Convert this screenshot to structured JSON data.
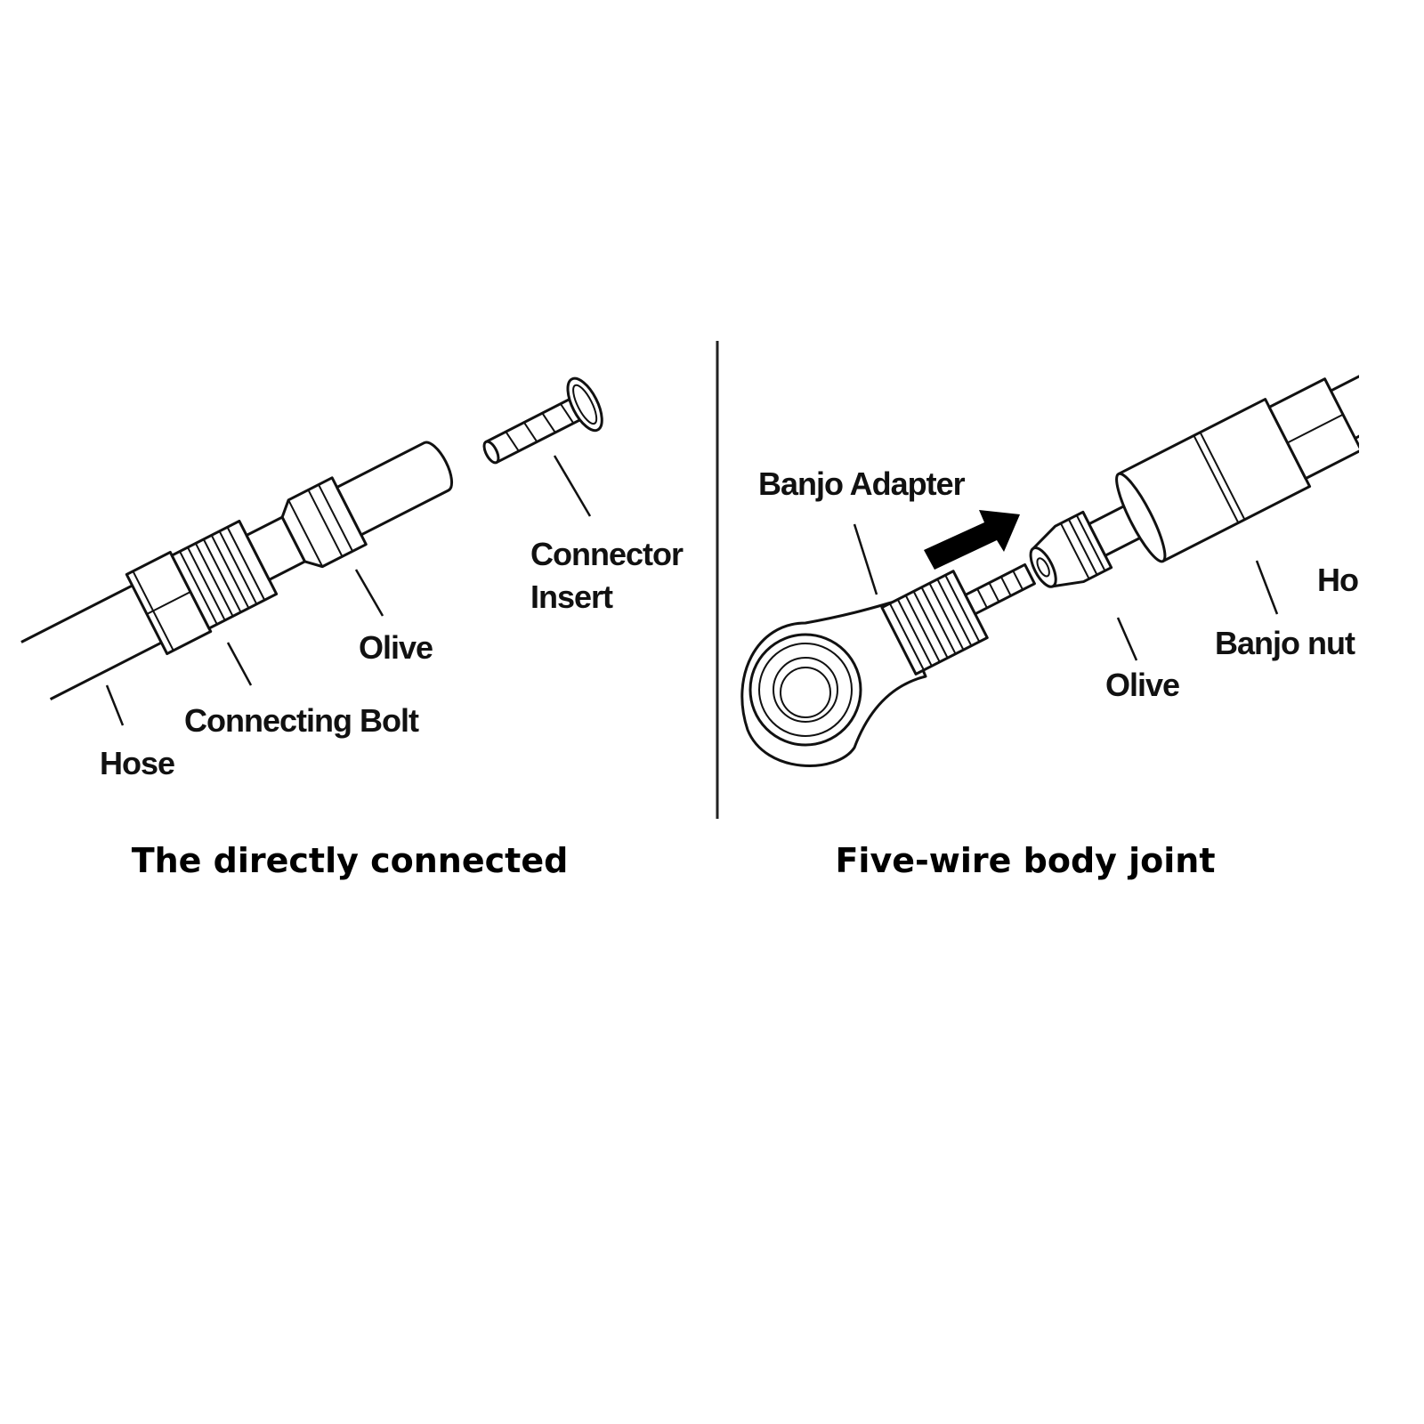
{
  "left_panel": {
    "labels": {
      "hose": "Hose",
      "connecting_bolt": "Connecting Bolt",
      "olive": "Olive",
      "connector_insert_line1": "Connector",
      "connector_insert_line2": "Insert"
    },
    "caption": "The directly connected"
  },
  "right_panel": {
    "labels": {
      "banjo_adapter": "Banjo Adapter",
      "olive": "Olive",
      "banjo_nut": "Banjo nut",
      "hose_partial": "Ho"
    },
    "caption": "Five-wire body joint"
  }
}
